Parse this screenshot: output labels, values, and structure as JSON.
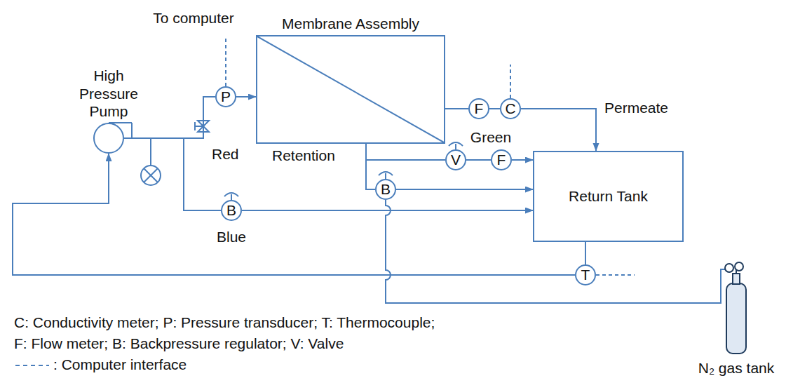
{
  "diagram": {
    "nodes": [
      {
        "text": [
          "Membrane Assembly"
        ]
      },
      {
        "text": [
          "P"
        ]
      },
      {
        "text": [
          "F"
        ]
      },
      {
        "text": [
          "C"
        ]
      },
      {
        "text": [
          "High Pressure Pump"
        ]
      },
      {
        "text": [
          "Return Tank"
        ]
      },
      {
        "text": [
          "V"
        ]
      },
      {
        "text": [
          "F"
        ]
      },
      {
        "text": [
          "B"
        ]
      },
      {
        "text": [
          "B"
        ]
      },
      {
        "text": [
          "T"
        ]
      },
      {
        "text": [
          "N₂ gas tank"
        ]
      }
    ],
    "edges": [
      {
        "from": 4,
        "to": 1,
        "arrow": "none"
      },
      {
        "from": 1,
        "to": 0,
        "arrow": "to"
      },
      {
        "from": 0,
        "to": 2,
        "arrow": "none"
      },
      {
        "from": 2,
        "to": 3,
        "arrow": "none"
      },
      {
        "from": 3,
        "to": 5,
        "arrow": "to"
      },
      {
        "from": 0,
        "to": 6,
        "arrow": "none"
      },
      {
        "from": 6,
        "to": 7,
        "arrow": "none"
      },
      {
        "from": 7,
        "to": 5,
        "arrow": "to"
      },
      {
        "from": 0,
        "to": 8,
        "arrow": "none"
      },
      {
        "from": 8,
        "to": 5,
        "arrow": "to"
      },
      {
        "from": 4,
        "to": 9,
        "arrow": "none"
      },
      {
        "from": 9,
        "to": 5,
        "arrow": "to"
      },
      {
        "from": 5,
        "to": 10,
        "arrow": "none"
      },
      {
        "from": 10,
        "to": 4,
        "arrow": "to"
      },
      {
        "from": 11,
        "to": 8,
        "arrow": "none"
      }
    ],
    "labels": [
      "To computer",
      "Red",
      "Retention",
      "Green",
      "Permeate",
      "Blue",
      "C: Conductivity meter; P: Pressure transducer; T: Thermocouple;",
      "F: Flow meter; B: Backpressure regulator; V: Valve"
    ],
    "legend": [
      {
        "text": ": Computer interface"
      }
    ]
  }
}
